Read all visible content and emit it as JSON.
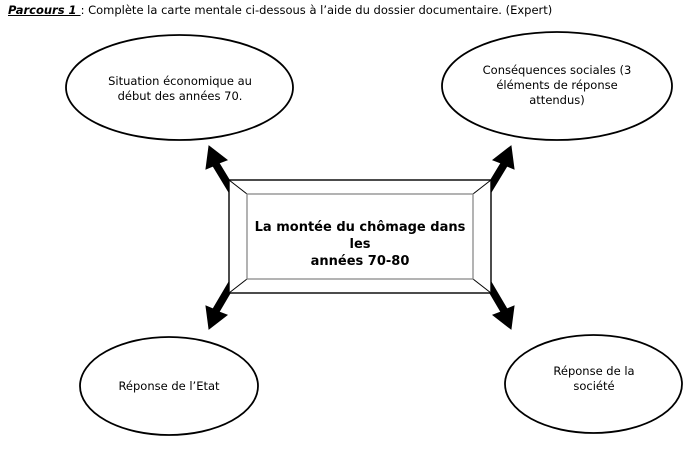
{
  "instruction": {
    "lead": "Parcours 1 ",
    "rest": ": Complète la carte mentale ci-dessous à l’aide du dossier documentaire. (Expert)"
  },
  "diagram": {
    "title": "carte mentale - La montée du chômage dans les années 70-80",
    "stroke_color": "#000000",
    "fill_color": "#ffffff",
    "inner_frame_color": "#808080",
    "center": {
      "label": "La montée du chômage dans les\nannées 70-80",
      "shape": "beveled-rectangle"
    },
    "nodes": [
      {
        "id": "top-left",
        "label": "Situation économique au\ndébut des années 70.",
        "shape": "ellipse"
      },
      {
        "id": "top-right",
        "label": "Conséquences sociales (3\néléments de réponse\nattendus)",
        "shape": "ellipse"
      },
      {
        "id": "bottom-left",
        "label": "Réponse de l’Etat",
        "shape": "ellipse"
      },
      {
        "id": "bottom-right",
        "label": "Réponse de la\nsociété",
        "shape": "ellipse"
      }
    ],
    "connectors": [
      {
        "id": "arrow-center-to-top-left",
        "from": "center",
        "to": "top-left",
        "style": "thick-arrow"
      },
      {
        "id": "arrow-center-to-top-right",
        "from": "center",
        "to": "top-right",
        "style": "thick-arrow"
      },
      {
        "id": "arrow-center-to-bottom-left",
        "from": "center",
        "to": "bottom-left",
        "style": "thick-arrow"
      },
      {
        "id": "arrow-center-to-bottom-right",
        "from": "center",
        "to": "bottom-right",
        "style": "thick-arrow"
      }
    ]
  }
}
